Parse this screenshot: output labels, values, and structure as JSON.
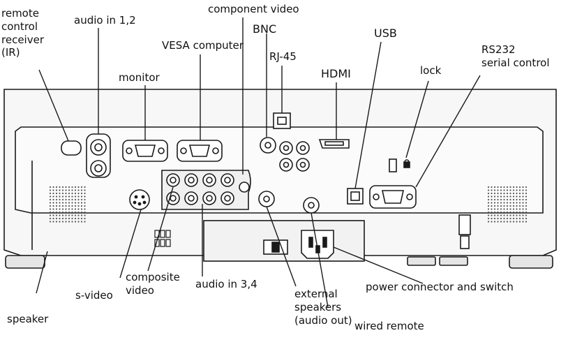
{
  "labels": {
    "remote_control_receiver": "remote\ncontrol\nreceiver\n(IR)",
    "audio_in_1_2": "audio in 1,2",
    "component_video": "component video",
    "bnc": "BNC",
    "usb": "USB",
    "rs232": "RS232\nserial control",
    "vesa_computer": "VESA computer",
    "rj45": "RJ-45",
    "lock": "lock",
    "hdmi": "HDMI",
    "monitor": "monitor",
    "s_video": "s-video",
    "composite_video": "composite\nvideo",
    "audio_in_3_4": "audio in 3,4",
    "external_speakers": "external\nspeakers\n(audio out)",
    "power_connector": "power connector and switch",
    "wired_remote": "wired remote",
    "speaker": "speaker"
  },
  "colors": {
    "chassis_fill": "#f7f7f7",
    "outline": "#1a1a1a",
    "grille": "#555555"
  },
  "icons": {
    "lock": "padlock-icon"
  }
}
